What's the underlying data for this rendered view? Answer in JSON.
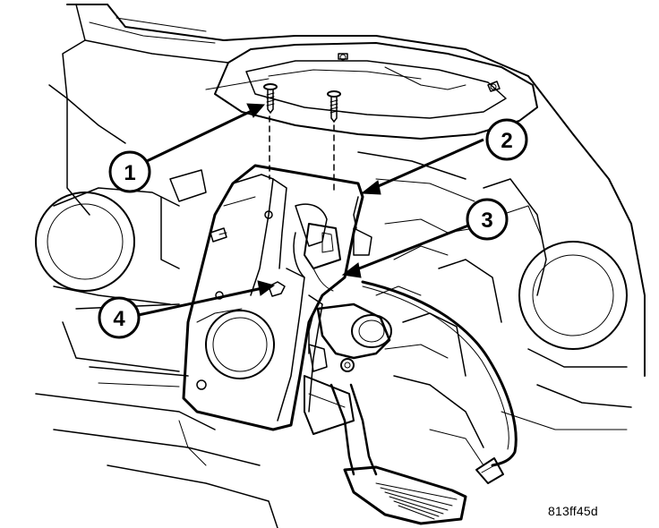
{
  "diagram": {
    "figure_id": "813ff45d",
    "callouts": [
      {
        "number": "1"
      },
      {
        "number": "2"
      },
      {
        "number": "3"
      },
      {
        "number": "4"
      }
    ],
    "colors": {
      "line": "#000000",
      "background": "#ffffff"
    }
  }
}
